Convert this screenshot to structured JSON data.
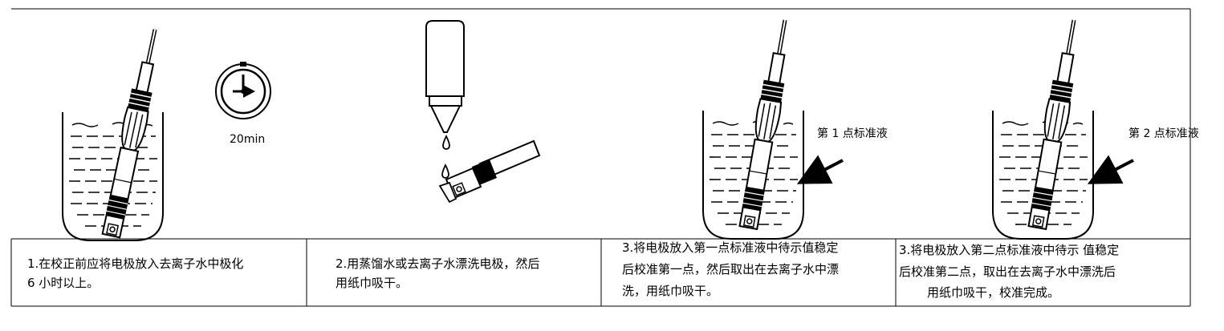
{
  "timer": {
    "label": "20min"
  },
  "labels": {
    "point1": "第 1 点标准液",
    "point2": "第 2 点标准液"
  },
  "steps": [
    {
      "line1": "1.在校正前应将电极放入去离子水中极化",
      "line2": "6 小时以上。",
      "line3": ""
    },
    {
      "line1": "2.用蒸馏水或去离子水漂洗电极，然后",
      "line2": "用纸巾吸干。",
      "line3": ""
    },
    {
      "line1": "3.将电极放入第一点标准液中待示值稳定",
      "line2": "后校准第一点，然后取出在去离子水中漂",
      "line3": "洗，用纸巾吸干。"
    },
    {
      "line1": "3.将电极放入第二点标准液中待示 值稳定",
      "line2": "后校准第二点，取出在去离子水中漂洗后",
      "line3": "用纸巾吸干，校准完成。"
    }
  ]
}
